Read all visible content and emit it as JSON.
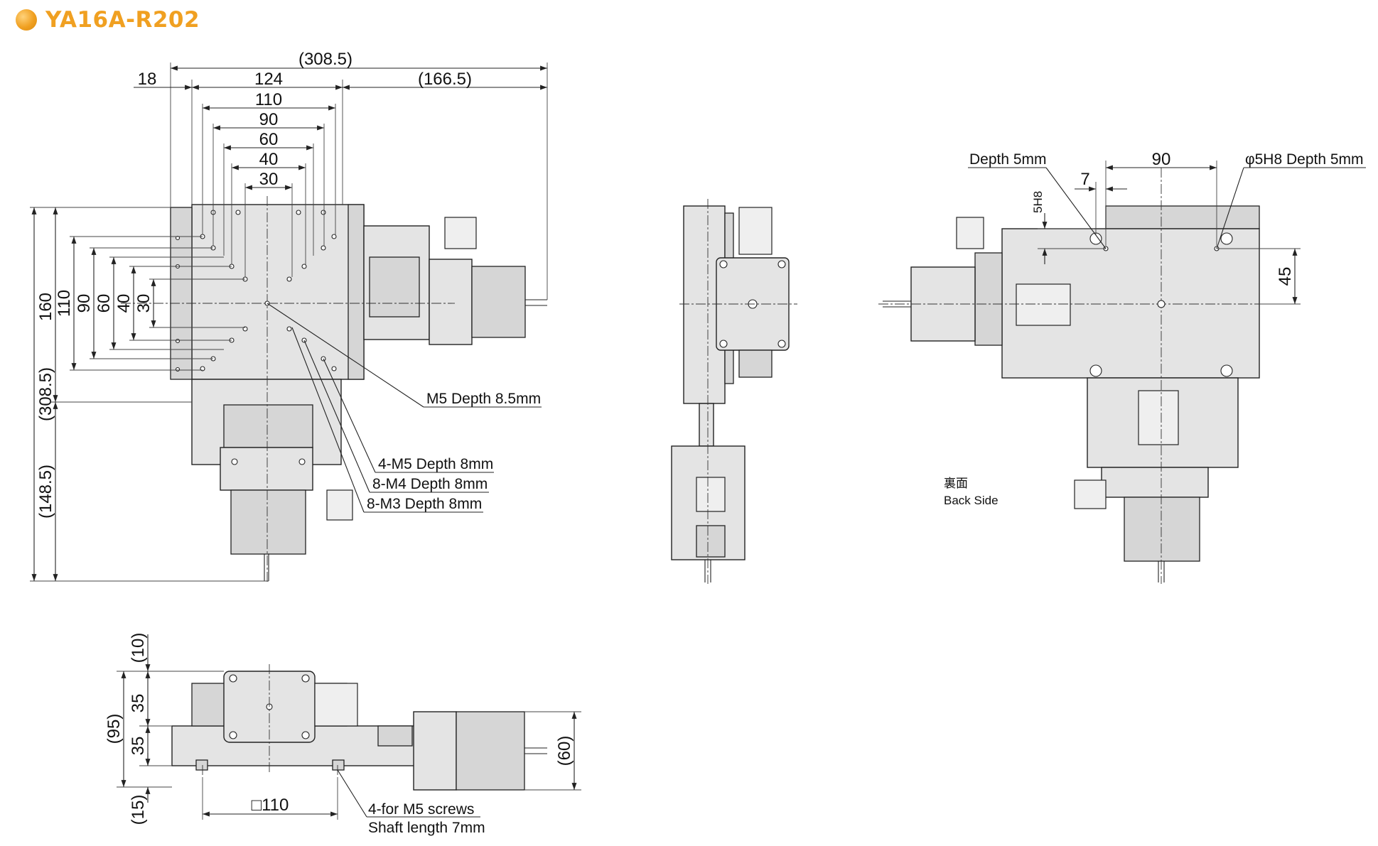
{
  "title": "YA16A-R202",
  "colors": {
    "accent": "#f0a021",
    "line": "#222222",
    "body_fill": "#e4e4e4"
  },
  "top_view": {
    "dims_horizontal": [
      "(308.5)",
      "18",
      "124",
      "(166.5)",
      "110",
      "90",
      "60",
      "40",
      "30"
    ],
    "dims_vertical": [
      "160",
      "110",
      "90",
      "60",
      "40",
      "30",
      "(308.5)",
      "(148.5)"
    ],
    "callouts": [
      "M5 Depth 8.5mm",
      "4-M5 Depth 8mm",
      "8-M4 Depth 8mm",
      "8-M3 Depth 8mm"
    ]
  },
  "back_view": {
    "label_jp": "裏面",
    "label_en": "Back Side",
    "dims": [
      "90",
      "7",
      "5H8",
      "45"
    ],
    "callouts": [
      "Depth 5mm",
      "φ5H8 Depth 5mm"
    ]
  },
  "front_view": {
    "dims_vertical": [
      "(10)",
      "35",
      "35",
      "(95)",
      "(15)",
      "(60)"
    ],
    "dims_horizontal": [
      "□110"
    ],
    "callout_line1": "4-for M5 screws",
    "callout_line2": "Shaft length 7mm"
  }
}
